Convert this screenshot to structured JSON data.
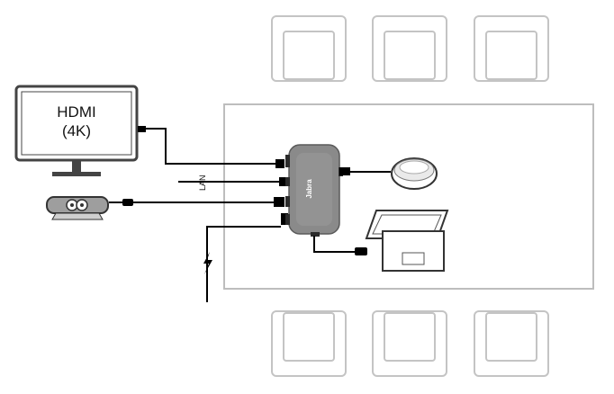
{
  "monitor": {
    "line1": "HDMI",
    "line2": "(4K)"
  },
  "lan_label": "LAN",
  "hub_brand": "Jabra"
}
